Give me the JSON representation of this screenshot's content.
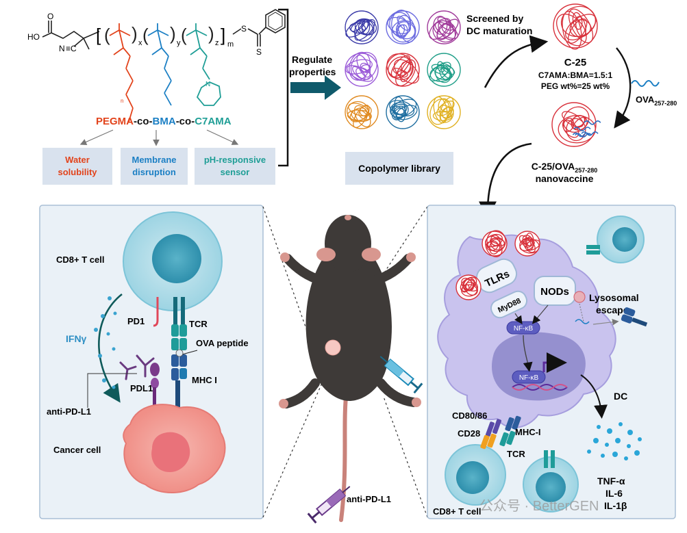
{
  "polymer": {
    "name_pegma": "PEGMA",
    "name_co1": "-co-",
    "name_bma": "BMA",
    "name_co2": "-co-",
    "name_c7ama": "C7AMA",
    "ho": "HO",
    "o_label": "O",
    "nc": "N",
    "x": "x",
    "y": "y",
    "z": "z",
    "m": "m",
    "s1": "S",
    "s2": "S",
    "n_label": "N",
    "colors": {
      "pegma": "#e2431b",
      "bma": "#1b7fc4",
      "c7ama": "#1f9e96"
    }
  },
  "properties": [
    {
      "line1": "Water",
      "line2": "solubility",
      "color": "#e2431b"
    },
    {
      "line1": "Membrane",
      "line2": "disruption",
      "color": "#1b7fc4"
    },
    {
      "line1": "pH-responsive",
      "line2": "sensor",
      "color": "#1f9e96"
    }
  ],
  "regulate": {
    "line1": "Regulate",
    "line2": "properties"
  },
  "library": {
    "label": "Copolymer library",
    "screen1": "Screened by",
    "screen2": "DC maturation",
    "ball_colors": [
      "#3a3aa8",
      "#6b6be0",
      "#a03a9a",
      "#9a5ad8",
      "#d8303a",
      "#1f9e88",
      "#e08a20",
      "#1f6ea0",
      "#e0b020"
    ]
  },
  "c25": {
    "title": "C-25",
    "ratio": "C7AMA:BMA=1.5:1",
    "peg": "PEG wt%=25 wt%",
    "ova": "OVA",
    "ova_sub": "257-280",
    "nv_line1_a": "C-25/OVA",
    "nv_line1_sub": "257-280",
    "nv_line2": "nanovaccine"
  },
  "left_panel": {
    "cd8": "CD8+ T cell",
    "pd1": "PD1",
    "tcr": "TCR",
    "ova_peptide": "OVA peptide",
    "mhc1": "MHC I",
    "pdl1": "PDL1",
    "ifng": "IFNγ",
    "anti_pdl1": "anti-PD-L1",
    "cancer": "Cancer cell"
  },
  "mouse": {
    "anti_pdl1": "anti-PD-L1"
  },
  "right_panel": {
    "tlrs": "TLRs",
    "myd88": "MyD88",
    "nods": "NODs",
    "nfkb1": "NF-κB",
    "nfkb2": "NF-κB",
    "lyso1": "Lysosomal",
    "lyso2": "escape",
    "dc": "DC",
    "cd8086": "CD80/86",
    "cd28": "CD28",
    "mhc": "MHC-I",
    "tcr": "TCR",
    "cd8": "CD8+ T cell",
    "tnf": "TNF-α",
    "il6": "IL-6",
    "il1b": "IL-1β"
  },
  "watermark": "公众号 · BetterGEN"
}
